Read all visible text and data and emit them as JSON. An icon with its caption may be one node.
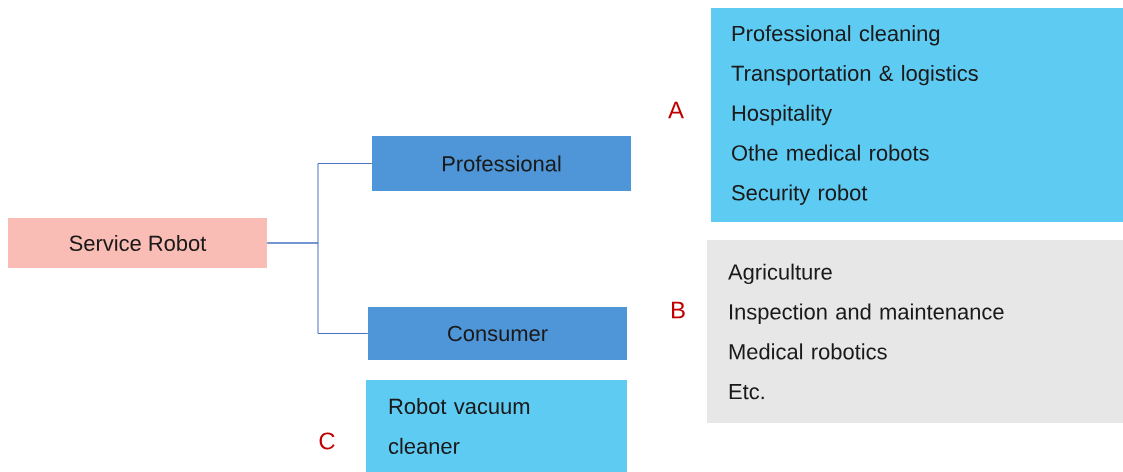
{
  "diagram": {
    "nodes": [
      {
        "text": [
          "Service Robot"
        ]
      },
      {
        "text": [
          "Professional"
        ]
      },
      {
        "text": [
          "Consumer"
        ]
      },
      {
        "text": [
          "Professional cleaning",
          "Transportation & logistics",
          "Hospitality",
          "Othe medical robots",
          "Security robot"
        ],
        "beside": [
          "A"
        ]
      },
      {
        "text": [
          "Agriculture",
          "Inspection and maintenance",
          "Medical robotics",
          "Etc."
        ],
        "beside": [
          "B"
        ]
      },
      {
        "text": [
          "Robot vacuum cleaner"
        ],
        "beside": [
          "C"
        ]
      }
    ],
    "edges": [
      {
        "from": 0,
        "to": 1,
        "arrow": "none"
      },
      {
        "from": 0,
        "to": 2,
        "arrow": "none"
      }
    ]
  }
}
